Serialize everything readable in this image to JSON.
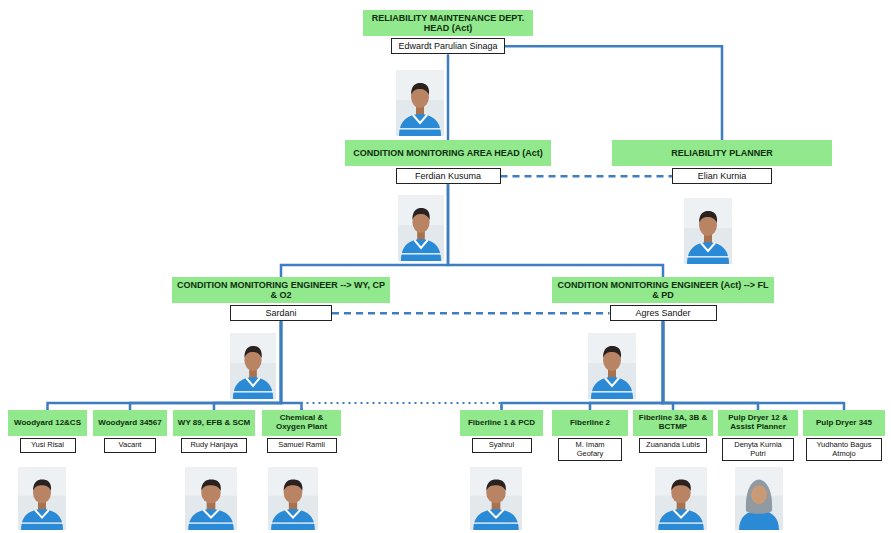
{
  "diagram": {
    "nodes": [
      {
        "text": [
          "RELIABILITY MAINTENANCE DEPT. HEAD (Act)",
          "Edwardt Parulian Sinaga"
        ]
      },
      {
        "text": [
          "CONDITION MONITORING AREA HEAD (Act)",
          "Ferdian Kusuma"
        ]
      },
      {
        "text": [
          "RELIABILITY PLANNER",
          "Elian Kurnia"
        ]
      },
      {
        "text": [
          "CONDITION MONITORING ENGINEER --> WY, CP & O2",
          "Sardani"
        ]
      },
      {
        "text": [
          "CONDITION MONITORING ENGINEER (Act) --> FL & PD",
          "Agres Sander"
        ]
      },
      {
        "text": [
          "Woodyard 12&CS",
          "Yusi Risal"
        ]
      },
      {
        "text": [
          "Woodyard 34567",
          "Vacant"
        ]
      },
      {
        "text": [
          "WY 89, EFB & SCM",
          "Rudy Hanjaya"
        ]
      },
      {
        "text": [
          "Chemical & Oxygen Plant",
          "Samuel Ramli"
        ]
      },
      {
        "text": [
          "Fiberline 1 & PCD",
          "Syahrul"
        ]
      },
      {
        "text": [
          "Fiberline 2",
          "M. Imam Geofary"
        ]
      },
      {
        "text": [
          "Fiberline 3A, 3B & BCTMP",
          "Zuananda Lubis"
        ]
      },
      {
        "text": [
          "Pulp Dryer 12 & Assist Planner",
          "Denyta Kurnia Putri"
        ]
      },
      {
        "text": [
          "Pulp Dryer 345",
          "Yudhanto Bagus Atmojo"
        ]
      }
    ],
    "edges": [
      {
        "from": 0,
        "to": 1,
        "arrow": "none"
      },
      {
        "from": 0,
        "to": 2,
        "arrow": "none"
      },
      {
        "from": 1,
        "to": 2,
        "arrow": "none"
      },
      {
        "from": 1,
        "to": 3,
        "arrow": "none"
      },
      {
        "from": 1,
        "to": 4,
        "arrow": "none"
      },
      {
        "from": 3,
        "to": 4,
        "arrow": "none"
      },
      {
        "from": 3,
        "to": 5,
        "arrow": "none"
      },
      {
        "from": 3,
        "to": 6,
        "arrow": "none"
      },
      {
        "from": 3,
        "to": 7,
        "arrow": "none"
      },
      {
        "from": 3,
        "to": 8,
        "arrow": "none"
      },
      {
        "from": 4,
        "to": 9,
        "arrow": "none"
      },
      {
        "from": 4,
        "to": 10,
        "arrow": "none"
      },
      {
        "from": 4,
        "to": 11,
        "arrow": "none"
      },
      {
        "from": 4,
        "to": 12,
        "arrow": "none"
      },
      {
        "from": 4,
        "to": 13,
        "arrow": "none"
      },
      {
        "from": 8,
        "to": 9,
        "arrow": "none"
      }
    ]
  }
}
